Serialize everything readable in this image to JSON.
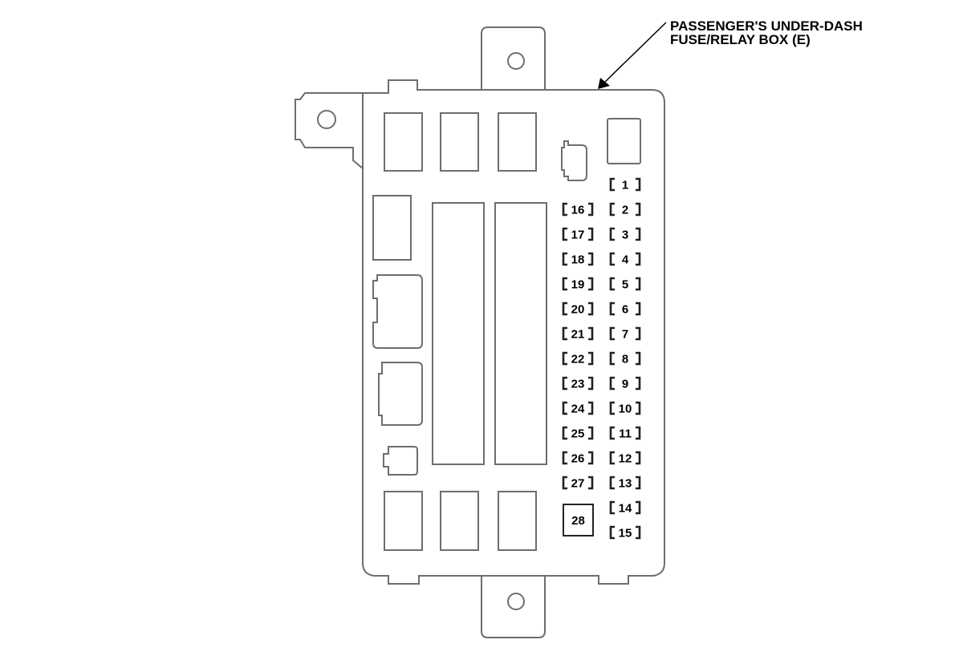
{
  "callout": {
    "line1": "PASSENGER'S UNDER-DASH",
    "line2": "FUSE/RELAY BOX (E)"
  },
  "fuses_right": [
    "1",
    "2",
    "3",
    "4",
    "5",
    "6",
    "7",
    "8",
    "9",
    "10",
    "11",
    "12",
    "13",
    "14",
    "15"
  ],
  "fuses_left": [
    "16",
    "17",
    "18",
    "19",
    "20",
    "21",
    "22",
    "23",
    "24",
    "25",
    "26",
    "27"
  ],
  "fuse_boxed": "28",
  "colors": {
    "outline": "#6e6e6e",
    "bracket": "#222222",
    "text": "#000000"
  }
}
